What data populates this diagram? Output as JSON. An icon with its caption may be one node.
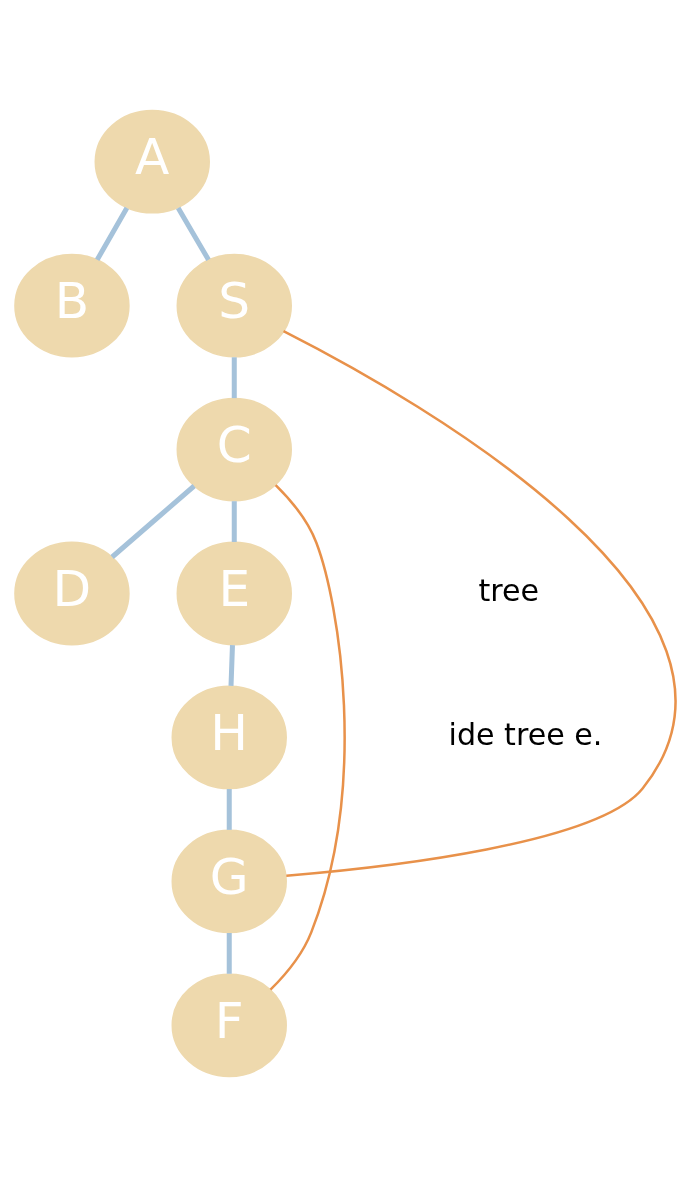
{
  "diagram": {
    "nodes": [
      {
        "text": [
          "A"
        ]
      },
      {
        "text": [
          "B"
        ]
      },
      {
        "text": [
          "S"
        ]
      },
      {
        "text": [
          "C"
        ]
      },
      {
        "text": [
          "D"
        ]
      },
      {
        "text": [
          "E"
        ]
      },
      {
        "text": [
          "H"
        ]
      },
      {
        "text": [
          "G"
        ]
      },
      {
        "text": [
          "F"
        ]
      }
    ],
    "edges": [
      {
        "from": 0,
        "to": 1,
        "arrow": "none"
      },
      {
        "from": 0,
        "to": 2,
        "arrow": "none"
      },
      {
        "from": 2,
        "to": 3,
        "arrow": "none"
      },
      {
        "from": 3,
        "to": 4,
        "arrow": "none"
      },
      {
        "from": 3,
        "to": 5,
        "arrow": "none"
      },
      {
        "from": 5,
        "to": 6,
        "arrow": "none"
      },
      {
        "from": 6,
        "to": 7,
        "arrow": "none"
      },
      {
        "from": 7,
        "to": 8,
        "arrow": "none"
      },
      {
        "from": 2,
        "to": 7,
        "arrow": "none",
        "color": "#e8914a"
      },
      {
        "from": 3,
        "to": 8,
        "arrow": "none",
        "color": "#e8914a"
      }
    ],
    "labels": [
      "tree",
      "ide tree e."
    ]
  }
}
